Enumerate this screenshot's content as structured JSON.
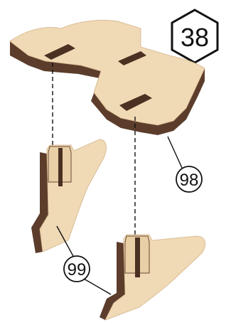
{
  "step": {
    "number": "38",
    "badge_shape": "hexagon"
  },
  "parts": [
    {
      "id": "98",
      "callout_label": "98",
      "description": "top-plate"
    },
    {
      "id": "99",
      "callout_label": "99",
      "description": "slotted-foot"
    }
  ],
  "colors": {
    "wood_face": "#f0d9b5",
    "wood_face_light": "#f6e6c8",
    "wood_edge": "#6b4a36",
    "wood_edge_dark": "#4a3122",
    "outline": "#111111",
    "dash": "#111111",
    "background": "#ffffff"
  }
}
